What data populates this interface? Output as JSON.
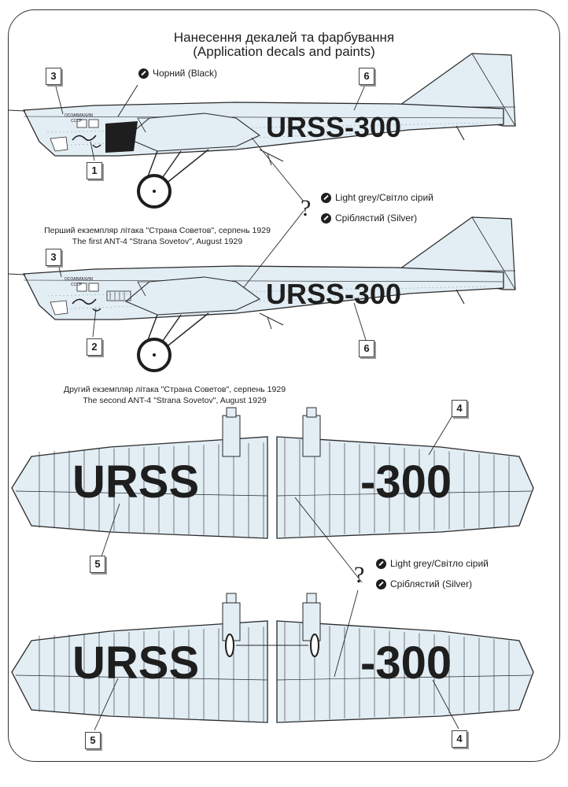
{
  "title_ua": "Нанесення декалей та фарбування",
  "title_en": "(Application decals and paints)",
  "legend_black": "Чорний (Black)",
  "legend_top": {
    "grey": "Light grey/Світло сірий",
    "silver": "Сріблястий (Silver)",
    "qmark": "?"
  },
  "legend_bottom": {
    "grey": "Light grey/Світло сірий",
    "silver": "Сріблястий (Silver)",
    "qmark": "?"
  },
  "caption_1": {
    "ua": "Перший екземпляр літака \"Страна Советов\", серпень 1929",
    "en": "The first ANT-4 \"Strana Sovetov\", August 1929"
  },
  "caption_2": {
    "ua": "Другий екземпляр літака \"Страна Советов\", серпень 1929",
    "en": "The second ANT-4 \"Strana Sovetov\", August 1929"
  },
  "registration": {
    "full": "URSS-300",
    "left": "URSS",
    "right": "-300"
  },
  "nose_text": {
    "line1": "ОСОАВИАХИМ",
    "line2": "СССР"
  },
  "callouts": [
    "1",
    "2",
    "3",
    "4",
    "5",
    "6"
  ],
  "colors": {
    "fill": "#e2edf4",
    "line": "#2a2a2a",
    "black": "#1e1e1e"
  }
}
